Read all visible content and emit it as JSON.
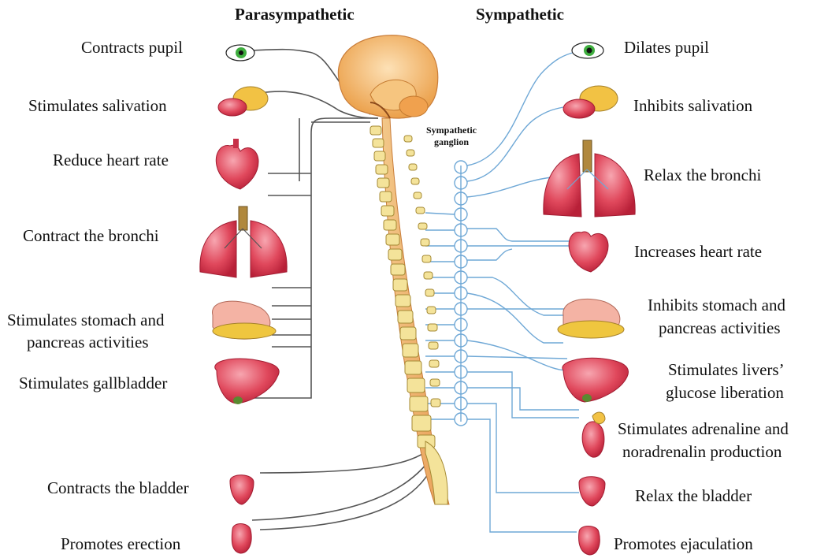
{
  "headers": {
    "parasympathetic": "Parasympathetic",
    "sympathetic": "Sympathetic"
  },
  "ganglion": {
    "line1": "Sympathetic",
    "line2": "ganglion"
  },
  "left_labels": [
    {
      "id": "pupil",
      "text": "Contracts pupil"
    },
    {
      "id": "salivation",
      "text": "Stimulates salivation"
    },
    {
      "id": "heart",
      "text": "Reduce heart rate"
    },
    {
      "id": "bronchi",
      "text": "Contract the bronchi"
    },
    {
      "id": "stomach1",
      "text": "Stimulates stomach and"
    },
    {
      "id": "stomach2",
      "text": "pancreas activities"
    },
    {
      "id": "gallbladder",
      "text": "Stimulates gallbladder"
    },
    {
      "id": "bladder",
      "text": "Contracts the bladder"
    },
    {
      "id": "erection",
      "text": "Promotes erection"
    }
  ],
  "right_labels": [
    {
      "id": "pupil",
      "text": "Dilates pupil"
    },
    {
      "id": "salivation",
      "text": "Inhibits salivation"
    },
    {
      "id": "bronchi",
      "text": "Relax the bronchi"
    },
    {
      "id": "heart",
      "text": "Increases heart rate"
    },
    {
      "id": "stomach1",
      "text": "Inhibits stomach and"
    },
    {
      "id": "stomach2",
      "text": "pancreas activities"
    },
    {
      "id": "liver1",
      "text": "Stimulates livers’"
    },
    {
      "id": "liver2",
      "text": "glucose liberation"
    },
    {
      "id": "adrenal1",
      "text": "Stimulates adrenaline and"
    },
    {
      "id": "adrenal2",
      "text": "noradrenalin production"
    },
    {
      "id": "bladder",
      "text": "Relax the bladder"
    },
    {
      "id": "ejaculation",
      "text": "Promotes ejaculation"
    }
  ],
  "colors": {
    "parasympathetic_nerve": "#555555",
    "sympathetic_nerve": "#6fa8d6",
    "organ_red": "#e0485c",
    "brain_orange": "#f3b25a",
    "vertebra": "#f4e39a"
  }
}
